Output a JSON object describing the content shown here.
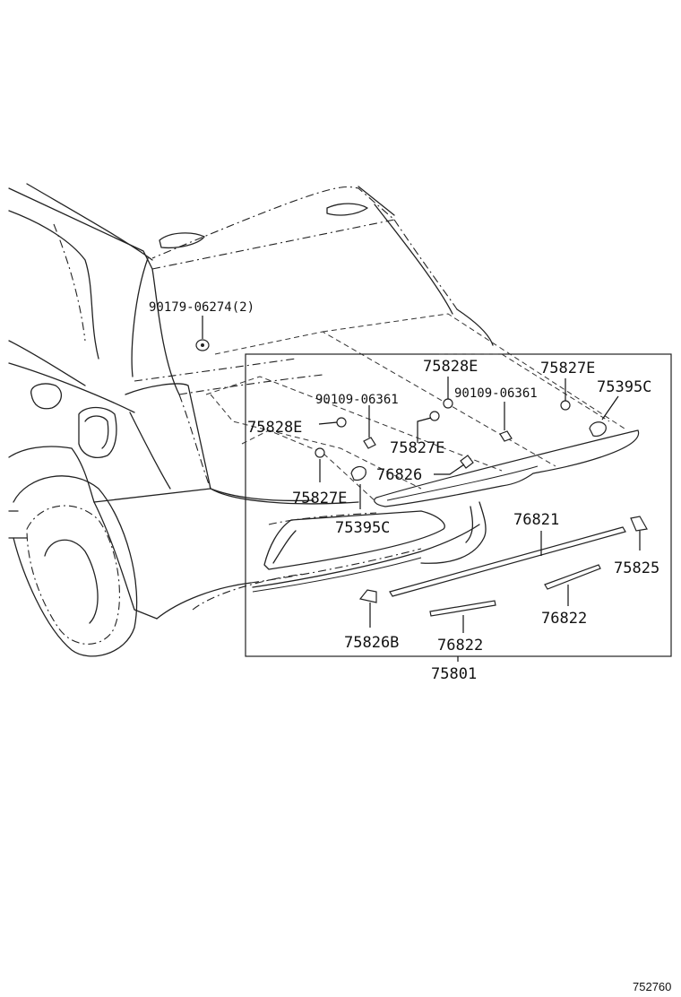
{
  "labels": {
    "p90179": "90179-06274(2)",
    "p75828e_top": "75828E",
    "p75827e_top": "75827E",
    "p90109_a": "90109-06361",
    "p90109_b": "90109-06361",
    "p75395c_top": "75395C",
    "p75828e_left": "75828E",
    "p75827e_mid": "75827E",
    "p76826": "76826",
    "p75827e_low": "75827E",
    "p75395c_low": "75395C",
    "p76821": "76821",
    "p75825": "75825",
    "p76822_right": "76822",
    "p75826b": "75826B",
    "p76822_low": "76822",
    "p75801": "75801"
  },
  "catalog_number": "752760"
}
